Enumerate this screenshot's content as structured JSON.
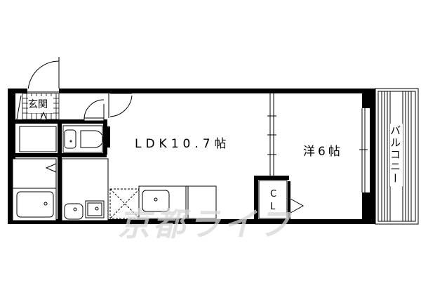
{
  "floor_plan": {
    "rooms": {
      "genkan": {
        "label": "玄関"
      },
      "ldk": {
        "label": "LDK10.7帖",
        "type": "LDK",
        "size_jo": 10.7
      },
      "western": {
        "label": "洋6帖",
        "type": "洋室",
        "size_jo": 6
      },
      "closet": {
        "label_top": "C",
        "label_bottom": "L"
      },
      "balcony": {
        "label": "バルコニー"
      }
    },
    "watermark": "京都ライフ",
    "colors": {
      "wall": "#000000",
      "background": "#ffffff",
      "watermark": "#d8d8d8"
    }
  }
}
